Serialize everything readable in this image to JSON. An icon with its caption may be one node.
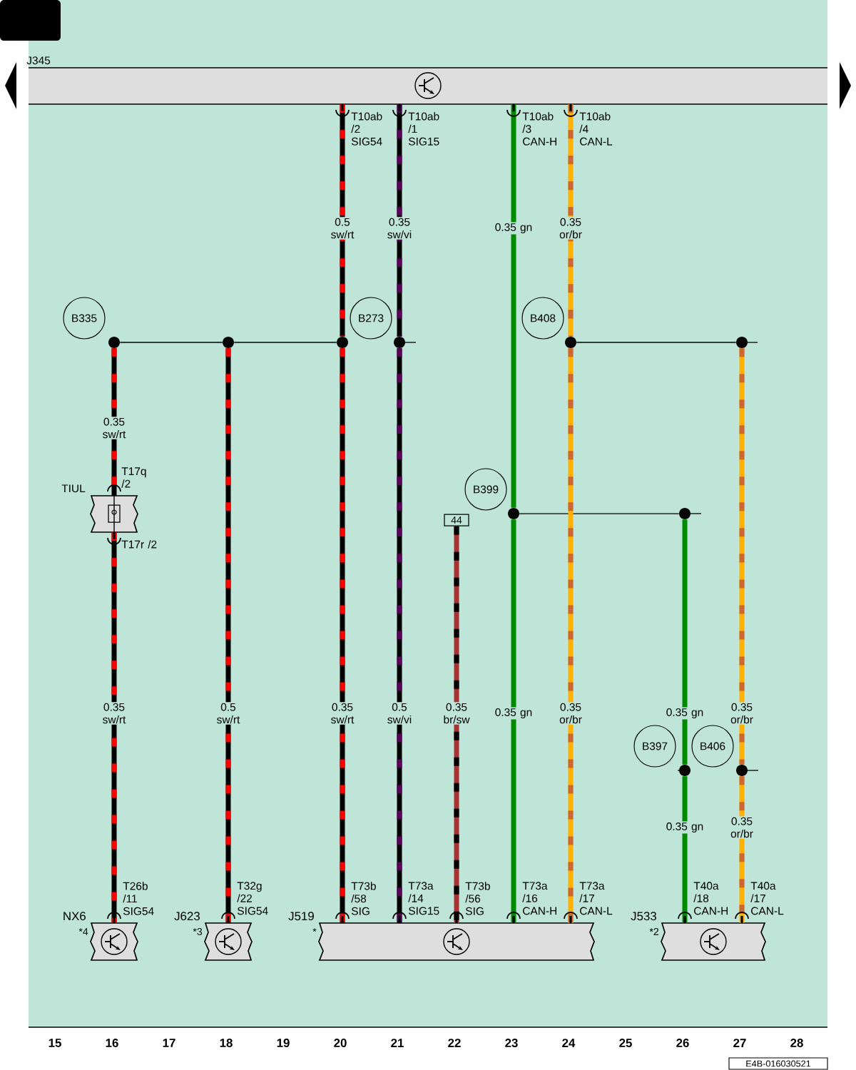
{
  "diagram": {
    "nodes": [
      {
        "text": [
          "J345"
        ]
      },
      {
        "text": [
          "B335"
        ]
      },
      {
        "text": [
          "B273"
        ]
      },
      {
        "text": [
          "B408"
        ]
      },
      {
        "text": [],
        "shape": "circle"
      },
      {
        "text": [],
        "shape": "circle"
      },
      {
        "text": [],
        "shape": "circle"
      },
      {
        "text": [],
        "shape": "circle"
      },
      {
        "text": [],
        "shape": "circle"
      },
      {
        "text": [],
        "shape": "circle"
      },
      {
        "text": [
          "B399"
        ]
      },
      {
        "text": [
          "44"
        ]
      },
      {
        "text": [],
        "shape": "circle"
      },
      {
        "text": [],
        "shape": "circle"
      },
      {
        "text": [
          "TIUL"
        ]
      },
      {
        "text": [
          "B397"
        ]
      },
      {
        "text": [
          "B406"
        ]
      },
      {
        "text": [],
        "shape": "circle"
      },
      {
        "text": [],
        "shape": "circle"
      },
      {
        "text": [
          "NX6"
        ],
        "beside": [
          "*4"
        ]
      },
      {
        "text": [
          "J623"
        ],
        "beside": [
          "*3"
        ]
      },
      {
        "text": [
          "J519"
        ],
        "beside": [
          "*"
        ]
      },
      {
        "text": [
          "J533"
        ],
        "beside": [
          "*2"
        ]
      }
    ],
    "edges": [
      {
        "from": 0,
        "to": 6,
        "arrow": "none",
        "label": "0.5 sw/rt"
      },
      {
        "from": 0,
        "to": 7,
        "arrow": "none",
        "label": "0.35 sw/vi"
      },
      {
        "from": 0,
        "to": 12,
        "arrow": "none",
        "label": "0.35 gn",
        "color": "#008a00"
      },
      {
        "from": 0,
        "to": 8,
        "arrow": "none",
        "label": "0.35 or/br",
        "color": "#ffb000"
      },
      {
        "from": 4,
        "to": 5,
        "arrow": "none",
        "color": "#000000"
      },
      {
        "from": 5,
        "to": 6,
        "arrow": "none",
        "color": "#000000"
      },
      {
        "from": 8,
        "to": 9,
        "arrow": "none",
        "color": "#000000"
      },
      {
        "from": 12,
        "to": 13,
        "arrow": "none",
        "color": "#000000"
      },
      {
        "from": 4,
        "to": 14,
        "arrow": "none",
        "label": "0.35 sw/rt"
      },
      {
        "from": 14,
        "to": 19,
        "arrow": "none",
        "label": "0.35 sw/rt"
      },
      {
        "from": 5,
        "to": 20,
        "arrow": "none",
        "label": "0.5 sw/rt"
      },
      {
        "from": 6,
        "to": 21,
        "arrow": "none",
        "label": "0.35 sw/rt"
      },
      {
        "from": 7,
        "to": 21,
        "arrow": "none",
        "label": "0.5 sw/vi"
      },
      {
        "from": 11,
        "to": 21,
        "arrow": "none",
        "label": "0.35 br/sw",
        "color": "#a83232"
      },
      {
        "from": 12,
        "to": 21,
        "arrow": "none",
        "label": "0.35 gn",
        "color": "#008a00"
      },
      {
        "from": 8,
        "to": 21,
        "arrow": "none",
        "label": "0.35 or/br",
        "color": "#ffb000"
      },
      {
        "from": 13,
        "to": 17,
        "arrow": "none",
        "label": "0.35 gn",
        "color": "#008a00"
      },
      {
        "from": 9,
        "to": 18,
        "arrow": "none",
        "label": "0.35 or/br",
        "color": "#ffb000"
      },
      {
        "from": 17,
        "to": 22,
        "arrow": "none",
        "label": "0.35 gn",
        "color": "#008a00"
      },
      {
        "from": 18,
        "to": 22,
        "arrow": "none",
        "label": "0.35 or/br",
        "color": "#ffb000"
      }
    ],
    "labels": [
      "T10ab /2 SIG54",
      "T10ab /1 SIG15",
      "T10ab /3 CAN-H",
      "T10ab /4 CAN-L",
      "T17q /2",
      "T17r /2",
      "T26b /11 SIG54",
      "T32g /22 SIG54",
      "T73b /58 SIG",
      "T73a /14 SIG15",
      "T73b /56 SIG",
      "T73a /16 CAN-H",
      "T73a /17 CAN-L",
      "T40a /18 CAN-H",
      "T40a /17 CAN-L",
      "15",
      "16",
      "17",
      "18",
      "19",
      "20",
      "21",
      "22",
      "23",
      "24",
      "25",
      "26",
      "27",
      "28",
      "E4B-016030521"
    ]
  }
}
